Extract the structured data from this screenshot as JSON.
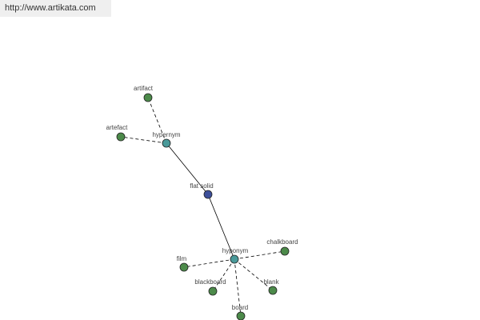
{
  "banner": {
    "url_text": "http://www.artikata.com"
  },
  "colors": {
    "center": "#3d4f9a",
    "relation": "#4a9a9a",
    "term": "#4c8a4a",
    "edge": "#000000",
    "banner_bg": "#efefef"
  },
  "graph": {
    "center": {
      "label": "flat solid"
    },
    "relations": [
      {
        "label": "hypernym",
        "terms": [
          "artifact",
          "artefact"
        ]
      },
      {
        "label": "hyponym",
        "terms": [
          "chalkboard",
          "film",
          "blackboard",
          "blank",
          "board"
        ]
      }
    ]
  }
}
